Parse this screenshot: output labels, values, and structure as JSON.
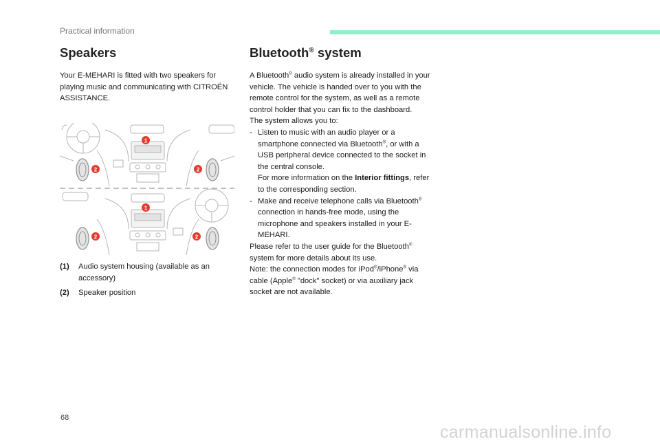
{
  "header": {
    "section_label": "Practical information"
  },
  "speakers": {
    "title": "Speakers",
    "intro": "Your E-MEHARI is fitted with two speakers for playing music and communicating with CITROËN ASSISTANCE.",
    "callouts": {
      "one": "1",
      "two": "2"
    },
    "legend": [
      {
        "num": "(1)",
        "text": "Audio system housing (available as an accessory)"
      },
      {
        "num": "(2)",
        "text": "Speaker position"
      }
    ]
  },
  "bluetooth": {
    "title_word": "Bluetooth",
    "title_reg": "®",
    "title_rest": " system",
    "p1_a": "A Bluetooth",
    "p1_b": " audio system is already installed in your vehicle. The vehicle is handed over to you with the remote control for the system, as well as a remote control holder that you can fix to the dashboard.",
    "allows": "The system allows you to:",
    "dash": "-",
    "item1_a": "Listen to music with an audio player or a smartphone connected via Bluetooth",
    "item1_b": ", or with a USB peripheral device connected to the socket in the central console.",
    "item1_more_a": "For more information on the ",
    "item1_more_bold": "Interior fittings",
    "item1_more_b": ", refer to the corresponding section.",
    "item2_a": "Make and receive telephone calls via Bluetooth",
    "item2_b": " connection in hands-free mode, using the microphone and speakers installed in your E-MEHARI.",
    "refer_a": "Please refer to the user guide for the Bluetooth",
    "refer_b": " system for more details about its use.",
    "note_a": "Note: the connection modes for iPod",
    "note_b": "/iPhone",
    "note_c": " via cable (Apple",
    "note_d": " \"dock\" socket) or via auxiliary jack socket are not available.",
    "reg": "®"
  },
  "footer": {
    "page_number": "68",
    "watermark": "carmanualsonline.info"
  },
  "colors": {
    "accent_bar": "#8ff0c9",
    "callout": "#e33b2e"
  }
}
